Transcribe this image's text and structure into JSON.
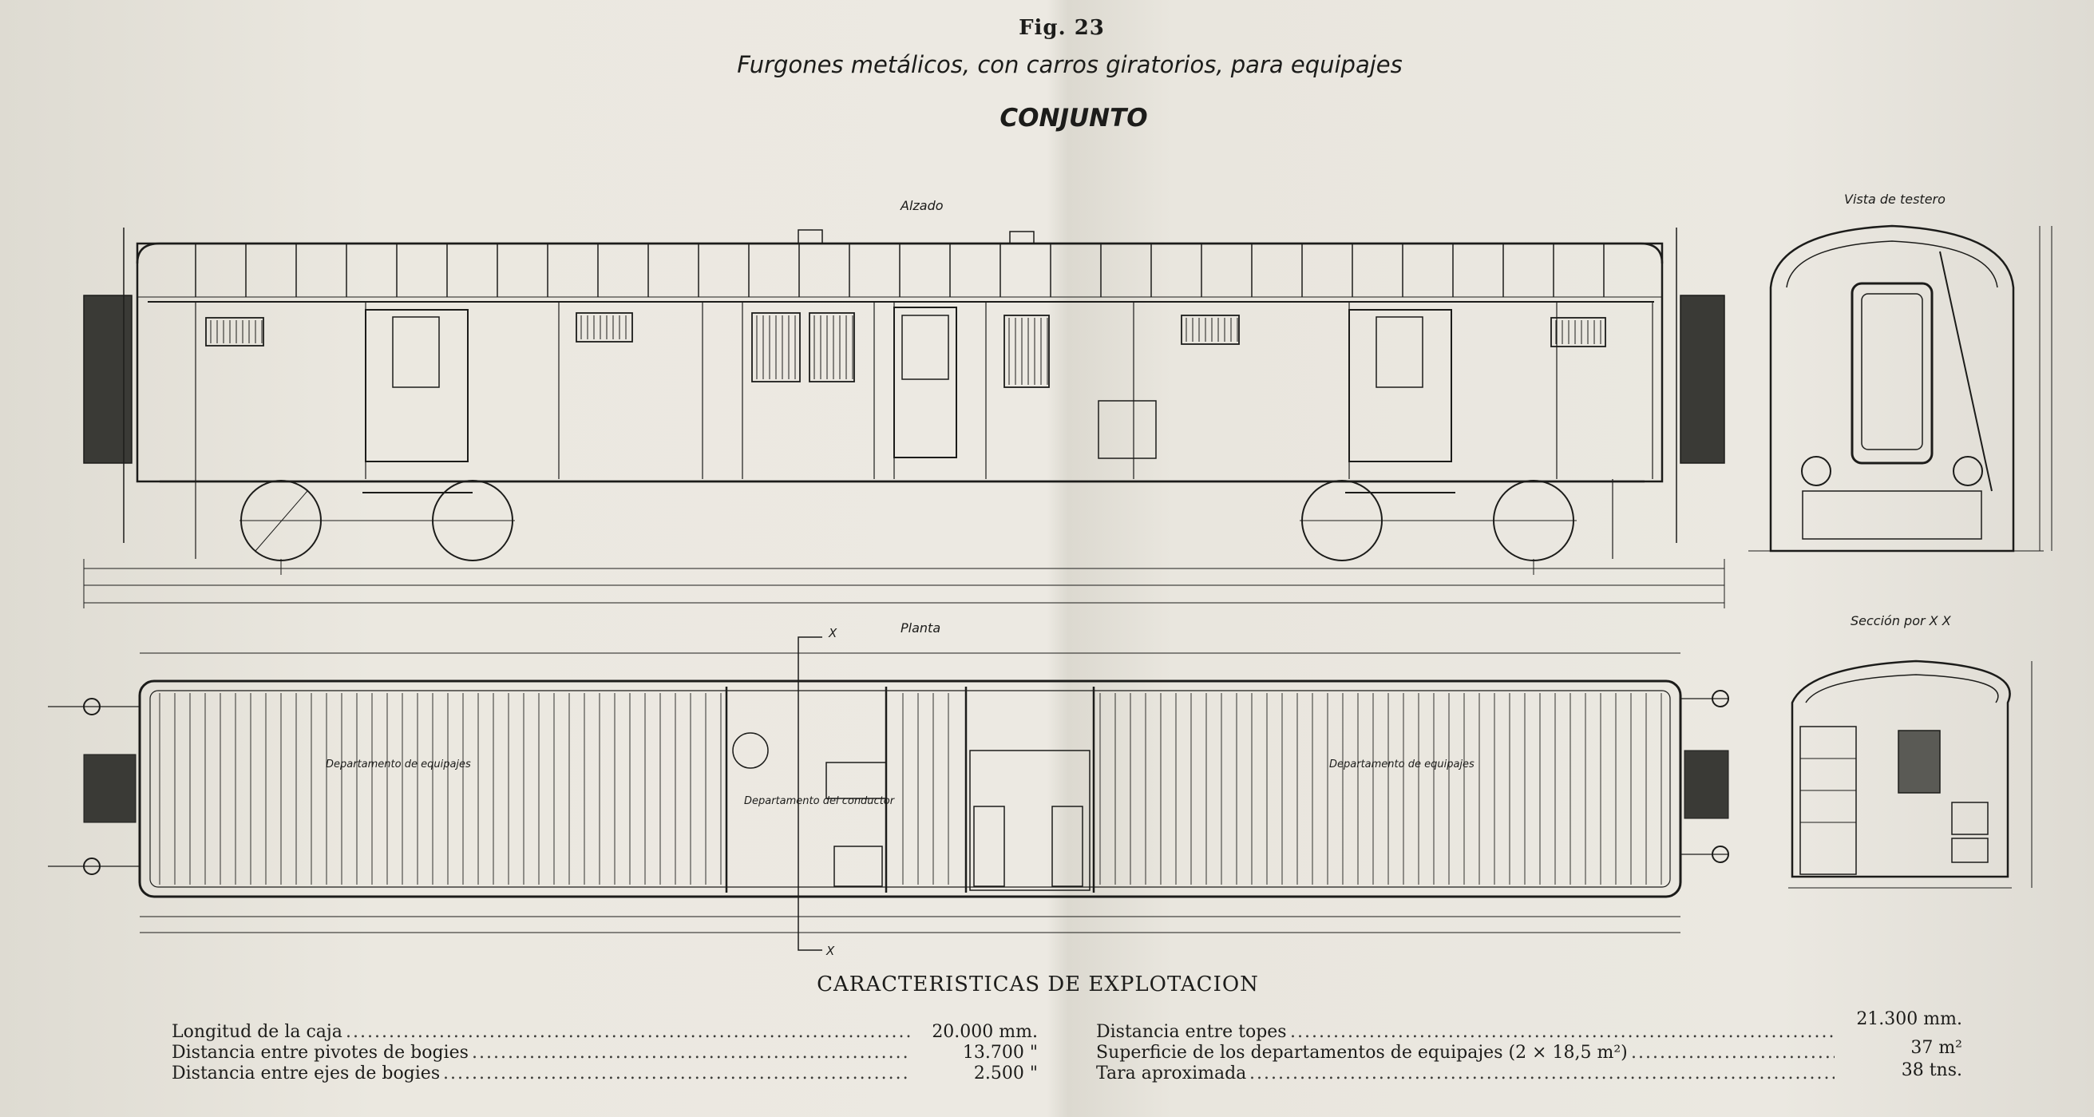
{
  "figure": {
    "number": "Fig. 23",
    "subtitle": "Furgones metálicos, con carros giratorios, para equipajes",
    "heading": "CONJUNTO"
  },
  "views": {
    "elevation": "Alzado",
    "plan": "Planta",
    "end_view": "Vista de testero",
    "section": "Sección por X X",
    "section_marker": "X"
  },
  "plan_labels": {
    "left_compartment": "Departamento de equipajes",
    "right_compartment": "Departamento de equipajes",
    "driver_compartment": "Departamento del conductor"
  },
  "characteristics": {
    "heading": "CARACTERISTICAS DE EXPLOTACION",
    "left": [
      {
        "label": "Longitud de la caja",
        "value": "20.000 mm."
      },
      {
        "label": "Distancia entre pivotes de bogies",
        "value": "13.700   \""
      },
      {
        "label": "Distancia entre ejes de bogies",
        "value": "2.500   \""
      }
    ],
    "right": [
      {
        "label": "Distancia entre topes",
        "value": "21.300 mm."
      },
      {
        "label": "Superficie de los departamentos de equipajes (2 × 18,5 m²)",
        "value": "37 m²"
      },
      {
        "label": "Tara aproximada",
        "value": "38 tns."
      }
    ]
  },
  "colors": {
    "paper": "#e9e6de",
    "ink": "#1c1c1a"
  }
}
